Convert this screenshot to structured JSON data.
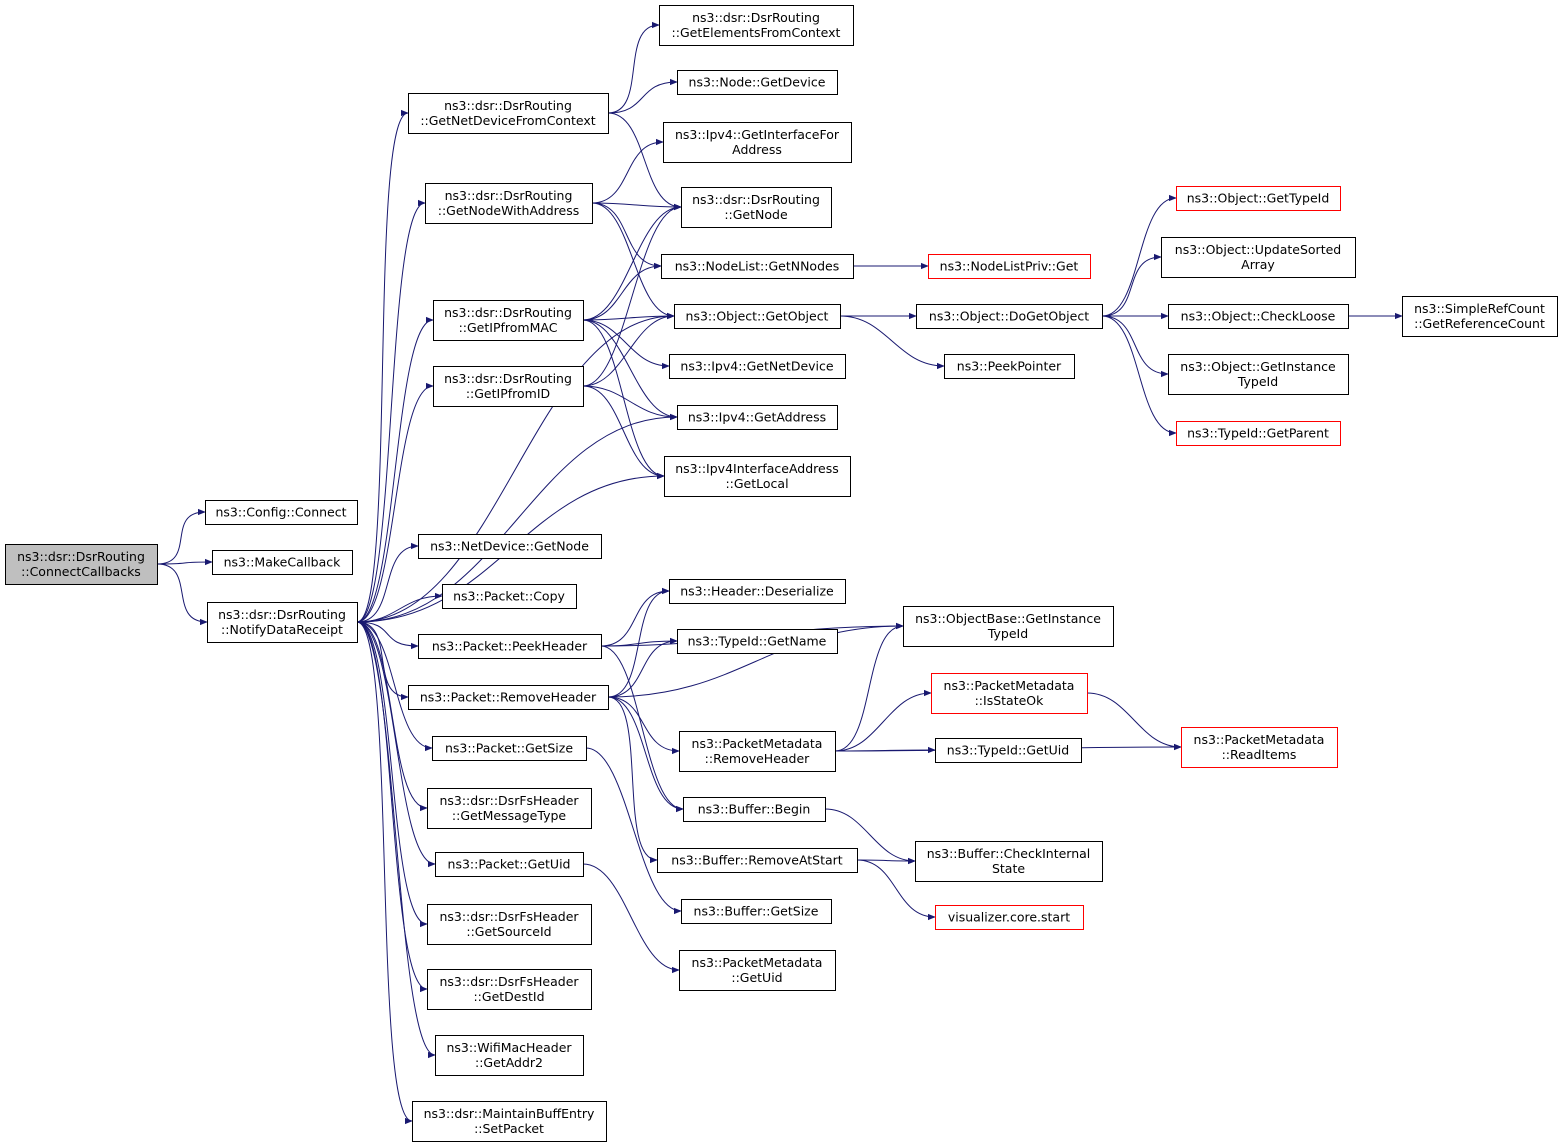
{
  "colors": {
    "edge": "#191970",
    "root_fill": "#bfbfbf",
    "truncated_border": "#ff0000",
    "border": "#000000"
  },
  "nodes": [
    {
      "id": "n0",
      "lines": [
        "ns3::dsr::DsrRouting",
        "::ConnectCallbacks"
      ],
      "style": "root"
    },
    {
      "id": "n1",
      "lines": [
        "ns3::Config::Connect"
      ]
    },
    {
      "id": "n2",
      "lines": [
        "ns3::MakeCallback"
      ]
    },
    {
      "id": "n3",
      "lines": [
        "ns3::dsr::DsrRouting",
        "::NotifyDataReceipt"
      ]
    },
    {
      "id": "n4",
      "lines": [
        "ns3::dsr::DsrRouting",
        "::GetNetDeviceFromContext"
      ]
    },
    {
      "id": "n5",
      "lines": [
        "ns3::dsr::DsrRouting",
        "::GetNodeWithAddress"
      ]
    },
    {
      "id": "n6",
      "lines": [
        "ns3::dsr::DsrRouting",
        "::GetIPfromMAC"
      ]
    },
    {
      "id": "n7",
      "lines": [
        "ns3::dsr::DsrRouting",
        "::GetIPfromID"
      ]
    },
    {
      "id": "n8",
      "lines": [
        "ns3::NetDevice::GetNode"
      ]
    },
    {
      "id": "n9",
      "lines": [
        "ns3::Packet::Copy"
      ]
    },
    {
      "id": "n10",
      "lines": [
        "ns3::Packet::PeekHeader"
      ]
    },
    {
      "id": "n11",
      "lines": [
        "ns3::Packet::RemoveHeader"
      ]
    },
    {
      "id": "n12",
      "lines": [
        "ns3::Packet::GetSize"
      ]
    },
    {
      "id": "n13",
      "lines": [
        "ns3::dsr::DsrFsHeader",
        "::GetMessageType"
      ]
    },
    {
      "id": "n14",
      "lines": [
        "ns3::Packet::GetUid"
      ]
    },
    {
      "id": "n15",
      "lines": [
        "ns3::dsr::DsrFsHeader",
        "::GetSourceId"
      ]
    },
    {
      "id": "n16",
      "lines": [
        "ns3::dsr::DsrFsHeader",
        "::GetDestId"
      ]
    },
    {
      "id": "n17",
      "lines": [
        "ns3::WifiMacHeader",
        "::GetAddr2"
      ]
    },
    {
      "id": "n18",
      "lines": [
        "ns3::dsr::MaintainBuffEntry",
        "::SetPacket"
      ]
    },
    {
      "id": "n19",
      "lines": [
        "ns3::dsr::DsrRouting",
        "::GetElementsFromContext"
      ]
    },
    {
      "id": "n20",
      "lines": [
        "ns3::Node::GetDevice"
      ]
    },
    {
      "id": "n21",
      "lines": [
        "ns3::Ipv4::GetInterfaceFor",
        "Address"
      ]
    },
    {
      "id": "n22",
      "lines": [
        "ns3::dsr::DsrRouting",
        "::GetNode"
      ]
    },
    {
      "id": "n23",
      "lines": [
        "ns3::NodeList::GetNNodes"
      ]
    },
    {
      "id": "n24",
      "lines": [
        "ns3::Object::GetObject"
      ]
    },
    {
      "id": "n25",
      "lines": [
        "ns3::Ipv4::GetNetDevice"
      ]
    },
    {
      "id": "n26",
      "lines": [
        "ns3::Ipv4::GetAddress"
      ]
    },
    {
      "id": "n27",
      "lines": [
        "ns3::Ipv4InterfaceAddress",
        "::GetLocal"
      ]
    },
    {
      "id": "n28",
      "lines": [
        "ns3::Header::Deserialize"
      ]
    },
    {
      "id": "n29",
      "lines": [
        "ns3::TypeId::GetName"
      ]
    },
    {
      "id": "n30",
      "lines": [
        "ns3::PacketMetadata",
        "::RemoveHeader"
      ]
    },
    {
      "id": "n31",
      "lines": [
        "ns3::Buffer::Begin"
      ]
    },
    {
      "id": "n32",
      "lines": [
        "ns3::Buffer::RemoveAtStart"
      ]
    },
    {
      "id": "n33",
      "lines": [
        "ns3::Buffer::GetSize"
      ]
    },
    {
      "id": "n34",
      "lines": [
        "ns3::PacketMetadata",
        "::GetUid"
      ]
    },
    {
      "id": "n35",
      "lines": [
        "ns3::NodeListPriv::Get"
      ],
      "style": "truncated"
    },
    {
      "id": "n36",
      "lines": [
        "ns3::Object::DoGetObject"
      ]
    },
    {
      "id": "n37",
      "lines": [
        "ns3::PeekPointer"
      ]
    },
    {
      "id": "n38",
      "lines": [
        "ns3::ObjectBase::GetInstance",
        "TypeId"
      ]
    },
    {
      "id": "n39",
      "lines": [
        "ns3::PacketMetadata",
        "::IsStateOk"
      ],
      "style": "truncated"
    },
    {
      "id": "n40",
      "lines": [
        "ns3::TypeId::GetUid"
      ]
    },
    {
      "id": "n41",
      "lines": [
        "ns3::Buffer::CheckInternal",
        "State"
      ]
    },
    {
      "id": "n42",
      "lines": [
        "visualizer.core.start"
      ],
      "style": "truncated"
    },
    {
      "id": "n43",
      "lines": [
        "ns3::Object::GetTypeId"
      ],
      "style": "truncated"
    },
    {
      "id": "n44",
      "lines": [
        "ns3::Object::UpdateSorted",
        "Array"
      ]
    },
    {
      "id": "n45",
      "lines": [
        "ns3::Object::CheckLoose"
      ]
    },
    {
      "id": "n46",
      "lines": [
        "ns3::Object::GetInstance",
        "TypeId"
      ]
    },
    {
      "id": "n47",
      "lines": [
        "ns3::TypeId::GetParent"
      ],
      "style": "truncated"
    },
    {
      "id": "n48",
      "lines": [
        "ns3::SimpleRefCount",
        "::GetReferenceCount"
      ]
    },
    {
      "id": "n49",
      "lines": [
        "ns3::PacketMetadata",
        "::ReadItems"
      ],
      "style": "truncated"
    }
  ],
  "edges": [
    [
      "n0",
      "n1"
    ],
    [
      "n0",
      "n2"
    ],
    [
      "n0",
      "n3"
    ],
    [
      "n3",
      "n4"
    ],
    [
      "n3",
      "n5"
    ],
    [
      "n3",
      "n6"
    ],
    [
      "n3",
      "n7"
    ],
    [
      "n3",
      "n8"
    ],
    [
      "n3",
      "n9"
    ],
    [
      "n3",
      "n10"
    ],
    [
      "n3",
      "n11"
    ],
    [
      "n3",
      "n12"
    ],
    [
      "n3",
      "n13"
    ],
    [
      "n3",
      "n14"
    ],
    [
      "n3",
      "n15"
    ],
    [
      "n3",
      "n16"
    ],
    [
      "n3",
      "n17"
    ],
    [
      "n3",
      "n18"
    ],
    [
      "n3",
      "n24"
    ],
    [
      "n3",
      "n26"
    ],
    [
      "n3",
      "n27"
    ],
    [
      "n4",
      "n19"
    ],
    [
      "n4",
      "n20"
    ],
    [
      "n4",
      "n22"
    ],
    [
      "n5",
      "n21"
    ],
    [
      "n5",
      "n22"
    ],
    [
      "n5",
      "n23"
    ],
    [
      "n5",
      "n24"
    ],
    [
      "n6",
      "n22"
    ],
    [
      "n6",
      "n23"
    ],
    [
      "n6",
      "n24"
    ],
    [
      "n6",
      "n25"
    ],
    [
      "n6",
      "n26"
    ],
    [
      "n6",
      "n27"
    ],
    [
      "n7",
      "n22"
    ],
    [
      "n7",
      "n24"
    ],
    [
      "n7",
      "n26"
    ],
    [
      "n7",
      "n27"
    ],
    [
      "n10",
      "n28"
    ],
    [
      "n10",
      "n29"
    ],
    [
      "n10",
      "n38"
    ],
    [
      "n10",
      "n31"
    ],
    [
      "n11",
      "n28"
    ],
    [
      "n11",
      "n29"
    ],
    [
      "n11",
      "n38"
    ],
    [
      "n11",
      "n30"
    ],
    [
      "n11",
      "n31"
    ],
    [
      "n11",
      "n32"
    ],
    [
      "n12",
      "n33"
    ],
    [
      "n14",
      "n34"
    ],
    [
      "n23",
      "n35"
    ],
    [
      "n24",
      "n36"
    ],
    [
      "n24",
      "n37"
    ],
    [
      "n30",
      "n38"
    ],
    [
      "n30",
      "n39"
    ],
    [
      "n30",
      "n40"
    ],
    [
      "n30",
      "n49"
    ],
    [
      "n31",
      "n41"
    ],
    [
      "n32",
      "n41"
    ],
    [
      "n32",
      "n42"
    ],
    [
      "n36",
      "n43"
    ],
    [
      "n36",
      "n44"
    ],
    [
      "n36",
      "n45"
    ],
    [
      "n36",
      "n46"
    ],
    [
      "n36",
      "n47"
    ],
    [
      "n39",
      "n49"
    ],
    [
      "n45",
      "n48"
    ]
  ]
}
